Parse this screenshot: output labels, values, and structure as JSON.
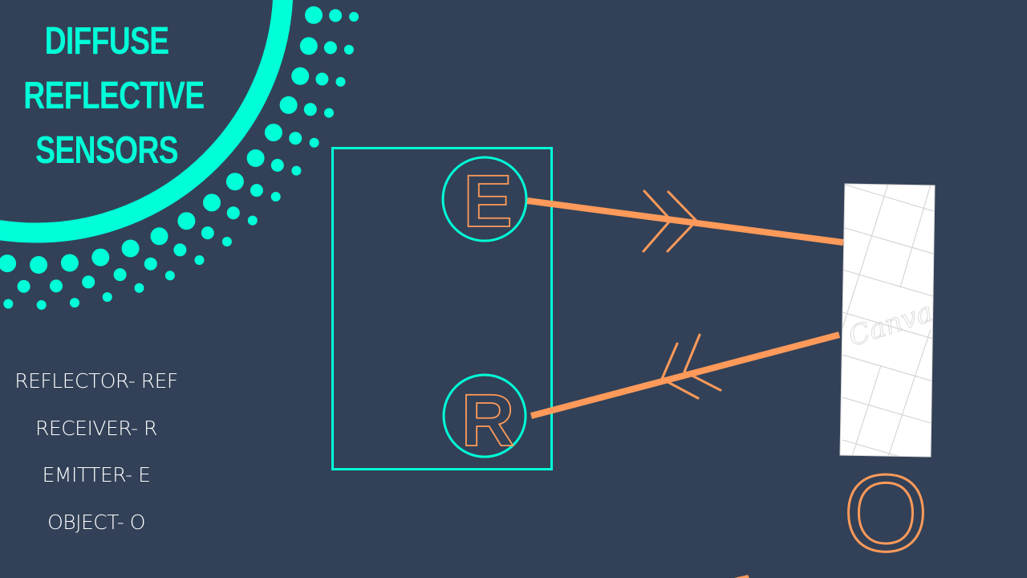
{
  "title": {
    "lines": [
      "DIFFUSE",
      "REFLECTIVE",
      "SENSORS"
    ]
  },
  "legend": {
    "items": [
      {
        "label": "REFLECTOR- REF"
      },
      {
        "label": "RECEIVER- R"
      },
      {
        "label": "EMITTER- E"
      },
      {
        "label": "OBJECT- O"
      }
    ]
  },
  "diagram": {
    "emitter_letter": "E",
    "receiver_letter": "R",
    "object_letter": "O",
    "object_watermark": "Canva"
  },
  "colors": {
    "background": "#324157",
    "accent": "#00FFD8",
    "beam": "#FF9A5A",
    "text": "#FFFFFF",
    "object_fill": "#FFFFFF"
  }
}
